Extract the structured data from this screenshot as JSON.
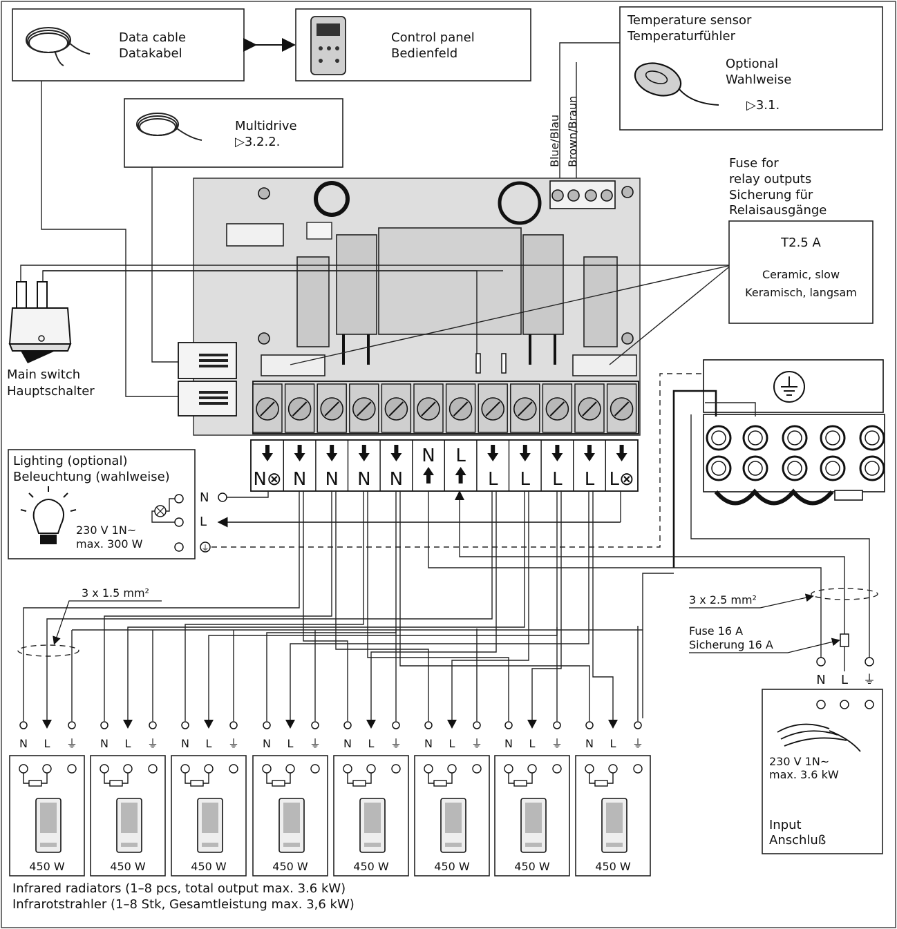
{
  "modules": {
    "data_cable": {
      "line1": "Data cable",
      "line2": "Datakabel"
    },
    "control_panel": {
      "line1": "Control panel",
      "line2": "Bedienfeld"
    },
    "multidrive": {
      "line1": "Multidrive",
      "line2": "▷3.2.2."
    },
    "temp_sensor": {
      "line1": "Temperature sensor",
      "line2": "Temperaturfühler",
      "opt1": "Optional",
      "opt2": "Wahlweise",
      "ref": "▷3.1."
    },
    "sensor_wires": {
      "blue": "Blue/Blau",
      "brown": "Brown/Braun"
    },
    "fuse_label": {
      "line1": "Fuse for",
      "line2": "relay outputs",
      "line3": "Sicherung für",
      "line4": "Relaisausgänge"
    },
    "fuse_box": {
      "rating": "T2.5 A",
      "type1": "Ceramic, slow",
      "type2": "Keramisch, langsam"
    },
    "main_switch": {
      "line1": "Main switch",
      "line2": "Hauptschalter"
    },
    "lighting": {
      "line1": "Lighting (optional)",
      "line2": "Beleuchtung (wahlweise)",
      "rating1": "230 V 1N~",
      "rating2": "max. 300 W",
      "term_n": "N",
      "term_l": "L"
    }
  },
  "terminal_strip": [
    {
      "arrow": "down",
      "label": "N⊗"
    },
    {
      "arrow": "down",
      "label": "N"
    },
    {
      "arrow": "down",
      "label": "N"
    },
    {
      "arrow": "down",
      "label": "N"
    },
    {
      "arrow": "down",
      "label": "N"
    },
    {
      "arrow": "up",
      "label": "N"
    },
    {
      "arrow": "up",
      "label": "L"
    },
    {
      "arrow": "down",
      "label": "L"
    },
    {
      "arrow": "down",
      "label": "L"
    },
    {
      "arrow": "down",
      "label": "L"
    },
    {
      "arrow": "down",
      "label": "L"
    },
    {
      "arrow": "down",
      "label": "L⊗"
    }
  ],
  "cables": {
    "radiator_cable": "3 x 1.5 mm²",
    "input_cable": "3 x 2.5 mm²",
    "input_fuse1": "Fuse 16 A",
    "input_fuse2": "Sicherung 16 A"
  },
  "input": {
    "terms": [
      "N",
      "L",
      "⏚"
    ],
    "rating1": "230 V 1N~",
    "rating2": "max. 3.6 kW",
    "title1": "Input",
    "title2": "Anschluß"
  },
  "radiators": {
    "term_labels": [
      "N",
      "L",
      "⏚"
    ],
    "units": [
      "450 W",
      "450 W",
      "450 W",
      "450 W",
      "450 W",
      "450 W",
      "450 W",
      "450 W"
    ],
    "caption1": "Infrared radiators (1–8 pcs, total output max. 3.6 kW)",
    "caption2": "Infrarotstrahler (1–8 Stk, Gesamtleistung max. 3,6 kW)"
  }
}
